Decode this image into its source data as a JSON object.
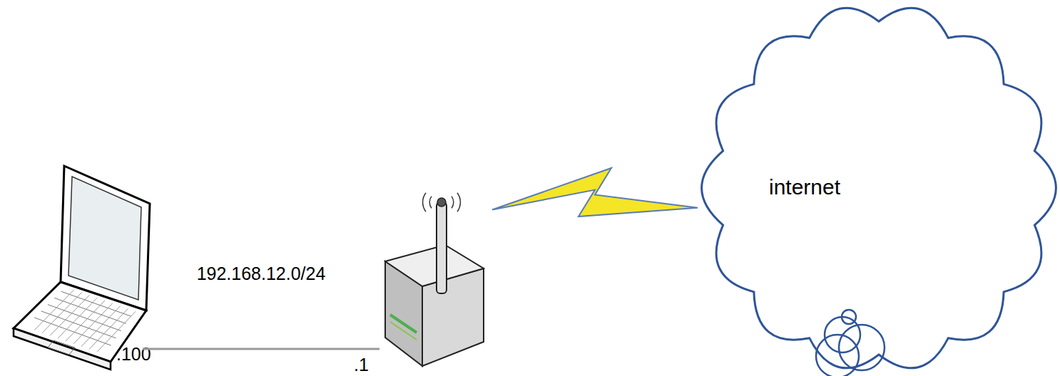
{
  "diagram": {
    "nodes": [
      {
        "text": [
          ".100"
        ]
      },
      {
        "text": [
          ".1"
        ]
      },
      {
        "text": [
          "internet"
        ]
      }
    ],
    "edges": [
      {
        "from": 0,
        "to": 1,
        "arrow": "none",
        "label": "192.168.12.0/24"
      },
      {
        "from": 1,
        "to": 2,
        "arrow": "none"
      }
    ]
  }
}
